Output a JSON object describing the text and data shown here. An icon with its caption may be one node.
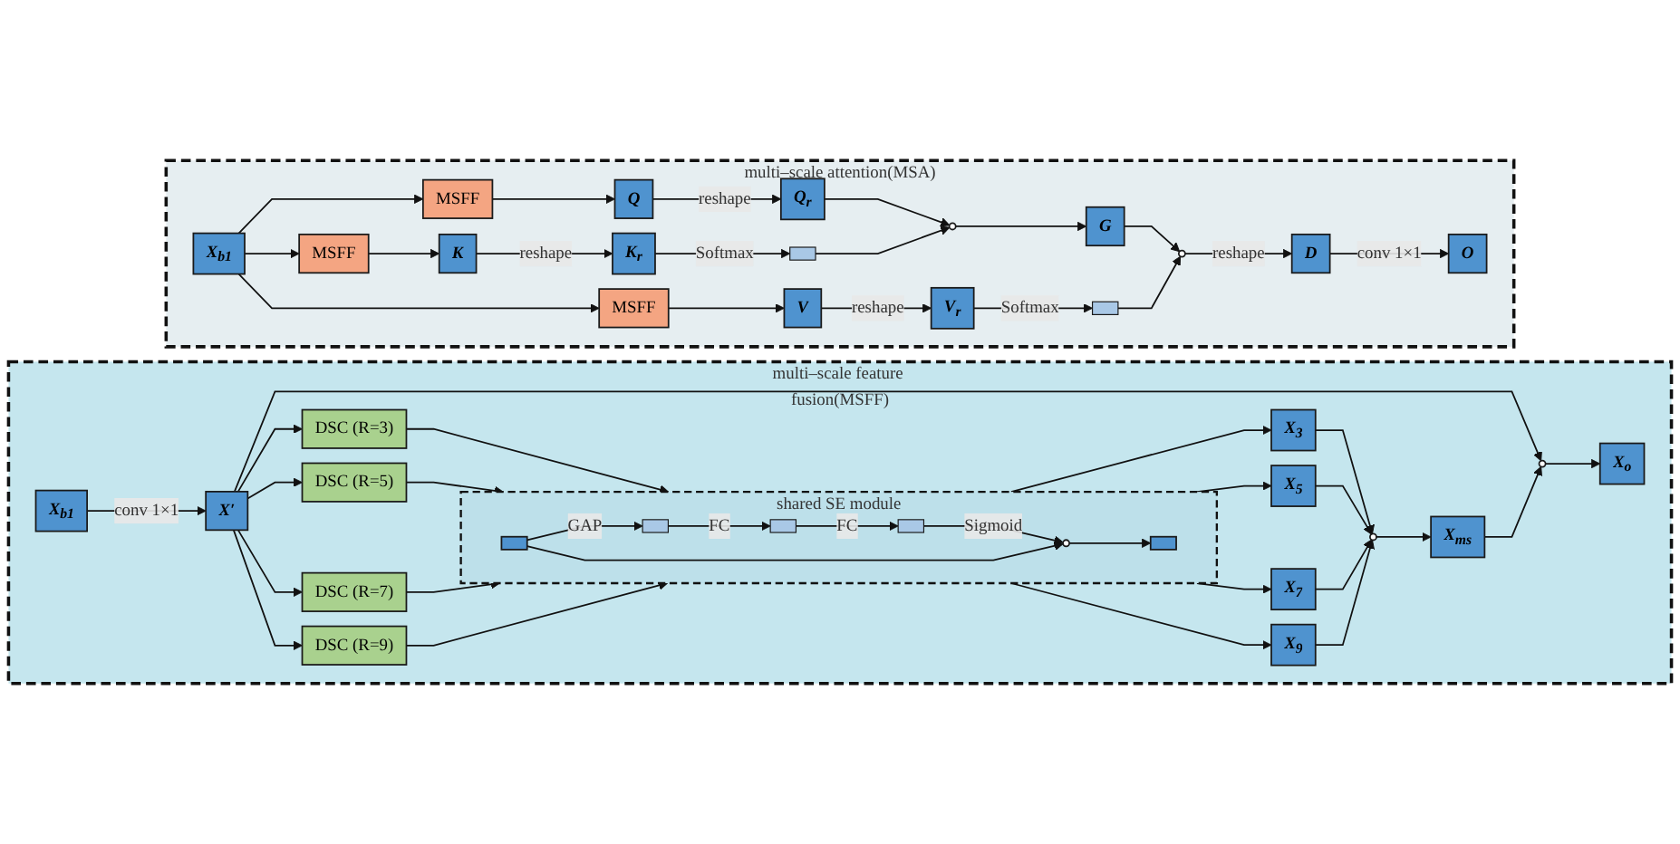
{
  "diagram": {
    "nodes": [
      {
        "text": [
          "multi–scale feature fusion(MSFF)"
        ]
      },
      {
        "text": [
          "X$_{b1}$"
        ],
        "in": 0
      },
      {
        "text": [
          "X′"
        ],
        "in": 0
      },
      {
        "text": [
          "DSC (R=3)"
        ],
        "in": 0
      },
      {
        "text": [
          "DSC (R=5)"
        ],
        "in": 0
      },
      {
        "text": [
          "DSC (R=7)"
        ],
        "in": 0
      },
      {
        "text": [
          "DSC (R=9)"
        ],
        "in": 0
      },
      {
        "text": [
          "shared SE module"
        ],
        "in": 0
      },
      {
        "text": [],
        "shape": "box",
        "in": 7
      },
      {
        "text": [],
        "shape": "bar",
        "in": 7
      },
      {
        "text": [],
        "shape": "bar",
        "in": 7
      },
      {
        "text": [],
        "shape": "bar",
        "in": 7
      },
      {
        "text": [],
        "shape": "circle",
        "in": 7
      },
      {
        "text": [],
        "shape": "box",
        "in": 7
      },
      {
        "text": [
          "X$_{3}$"
        ],
        "in": 0
      },
      {
        "text": [
          "X$_{5}$"
        ],
        "in": 0
      },
      {
        "text": [
          "X$_{7}$"
        ],
        "in": 0
      },
      {
        "text": [
          "X$_{9}$"
        ],
        "in": 0
      },
      {
        "text": [],
        "shape": "circle",
        "in": 0
      },
      {
        "text": [
          "X$_{ms}$"
        ],
        "in": 0
      },
      {
        "text": [],
        "shape": "circle",
        "in": 0
      },
      {
        "text": [
          "X$_{o}$"
        ],
        "in": 0
      },
      {
        "text": [
          "multi–scale attention(MSA)"
        ]
      },
      {
        "text": [
          "X$_{b1}$"
        ],
        "in": 22
      },
      {
        "text": [
          "MSFF"
        ],
        "in": 22
      },
      {
        "text": [
          "MSFF"
        ],
        "in": 22
      },
      {
        "text": [
          "MSFF"
        ],
        "in": 22
      },
      {
        "text": [
          "Q"
        ],
        "in": 22
      },
      {
        "text": [
          "K"
        ],
        "in": 22
      },
      {
        "text": [
          "V"
        ],
        "in": 22
      },
      {
        "text": [
          "Q$_{r}$"
        ],
        "in": 22
      },
      {
        "text": [
          "K$_{r}$"
        ],
        "in": 22
      },
      {
        "text": [
          "V$_{r}$"
        ],
        "in": 22
      },
      {
        "text": [],
        "shape": "bar",
        "in": 22
      },
      {
        "text": [],
        "shape": "bar",
        "in": 22
      },
      {
        "text": [],
        "shape": "circle",
        "in": 22
      },
      {
        "text": [
          "G"
        ],
        "in": 22
      },
      {
        "text": [],
        "shape": "circle",
        "in": 22
      },
      {
        "text": [
          "D"
        ],
        "in": 22
      },
      {
        "text": [
          "O"
        ],
        "in": 22
      }
    ],
    "edges": [
      {
        "from": 1,
        "to": 2,
        "arrow": "to",
        "label": "conv 1×1"
      },
      {
        "from": 2,
        "to": 3,
        "arrow": "to"
      },
      {
        "from": 2,
        "to": 4,
        "arrow": "to"
      },
      {
        "from": 2,
        "to": 5,
        "arrow": "to"
      },
      {
        "from": 2,
        "to": 6,
        "arrow": "to"
      },
      {
        "from": 2,
        "to": 20,
        "arrow": "to"
      },
      {
        "from": 3,
        "to": 7,
        "arrow": "to"
      },
      {
        "from": 4,
        "to": 7,
        "arrow": "to"
      },
      {
        "from": 5,
        "to": 7,
        "arrow": "to"
      },
      {
        "from": 6,
        "to": 7,
        "arrow": "to"
      },
      {
        "from": 8,
        "to": 9,
        "arrow": "to",
        "label": "GAP"
      },
      {
        "from": 9,
        "to": 10,
        "arrow": "to",
        "label": "FC"
      },
      {
        "from": 10,
        "to": 11,
        "arrow": "to",
        "label": "FC"
      },
      {
        "from": 11,
        "to": 12,
        "arrow": "to",
        "label": "Sigmoid"
      },
      {
        "from": 8,
        "to": 12,
        "arrow": "to"
      },
      {
        "from": 12,
        "to": 13,
        "arrow": "to"
      },
      {
        "from": 7,
        "to": 14,
        "arrow": "to"
      },
      {
        "from": 7,
        "to": 15,
        "arrow": "to"
      },
      {
        "from": 7,
        "to": 16,
        "arrow": "to"
      },
      {
        "from": 7,
        "to": 17,
        "arrow": "to"
      },
      {
        "from": 14,
        "to": 18,
        "arrow": "to"
      },
      {
        "from": 15,
        "to": 18,
        "arrow": "to"
      },
      {
        "from": 16,
        "to": 18,
        "arrow": "to"
      },
      {
        "from": 17,
        "to": 18,
        "arrow": "to"
      },
      {
        "from": 18,
        "to": 19,
        "arrow": "to"
      },
      {
        "from": 19,
        "to": 20,
        "arrow": "to"
      },
      {
        "from": 20,
        "to": 21,
        "arrow": "to"
      },
      {
        "from": 23,
        "to": 24,
        "arrow": "to"
      },
      {
        "from": 23,
        "to": 25,
        "arrow": "to"
      },
      {
        "from": 23,
        "to": 26,
        "arrow": "to"
      },
      {
        "from": 24,
        "to": 27,
        "arrow": "to"
      },
      {
        "from": 25,
        "to": 28,
        "arrow": "to"
      },
      {
        "from": 26,
        "to": 29,
        "arrow": "to"
      },
      {
        "from": 27,
        "to": 30,
        "arrow": "to",
        "label": "reshape"
      },
      {
        "from": 28,
        "to": 31,
        "arrow": "to",
        "label": "reshape"
      },
      {
        "from": 29,
        "to": 32,
        "arrow": "to",
        "label": "reshape"
      },
      {
        "from": 31,
        "to": 33,
        "arrow": "to",
        "label": "Softmax"
      },
      {
        "from": 32,
        "to": 34,
        "arrow": "to",
        "label": "Softmax"
      },
      {
        "from": 30,
        "to": 35,
        "arrow": "to"
      },
      {
        "from": 33,
        "to": 35,
        "arrow": "to"
      },
      {
        "from": 35,
        "to": 36,
        "arrow": "to"
      },
      {
        "from": 36,
        "to": 37,
        "arrow": "to"
      },
      {
        "from": 34,
        "to": 37,
        "arrow": "to"
      },
      {
        "from": 37,
        "to": 38,
        "arrow": "to",
        "label": "reshape"
      },
      {
        "from": 38,
        "to": 39,
        "arrow": "to",
        "label": "conv 1×1"
      }
    ]
  }
}
